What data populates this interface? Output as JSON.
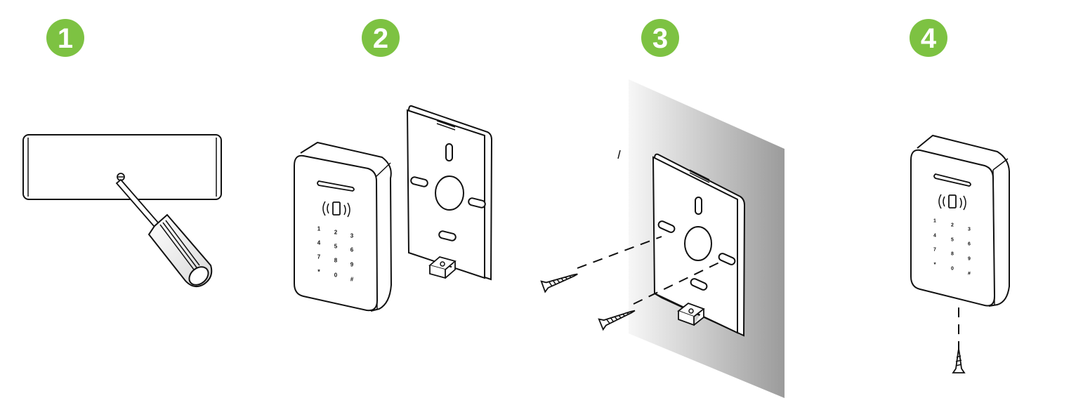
{
  "steps": [
    {
      "number": "1"
    },
    {
      "number": "2"
    },
    {
      "number": "3"
    },
    {
      "number": "4"
    }
  ],
  "keypad": {
    "keys": [
      "1",
      "2",
      "3",
      "4",
      "5",
      "6",
      "7",
      "8",
      "9",
      "*",
      "0",
      "#"
    ]
  },
  "colors": {
    "badge": "#7dc242",
    "wall_light": "#f4f4f4",
    "wall_dark": "#9b9b9b",
    "line": "#111111"
  },
  "icons": [
    "screwdriver-icon",
    "screw-icon",
    "nfc-phone-icon",
    "mounting-plate-icon",
    "keypad-device-icon"
  ]
}
